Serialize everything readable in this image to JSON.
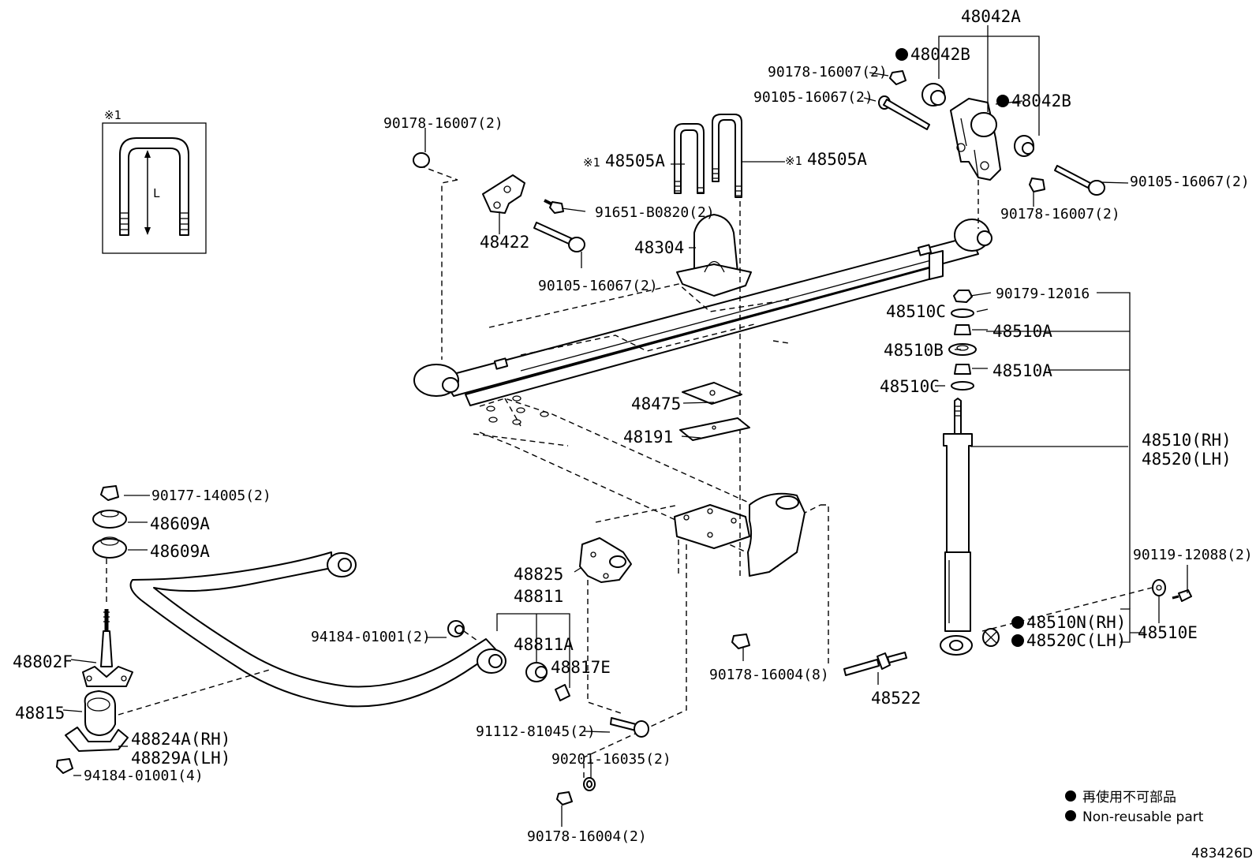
{
  "inset": {
    "mark": "※1",
    "dimension_label": "L"
  },
  "labels": {
    "p48042A": "48042A",
    "p48042B_top": "48042B",
    "p48042B_right": "48042B",
    "p90178_16007_top_right": "90178-16007(2)",
    "p90105_16067_top_right": "90105-16067(2)",
    "p90105_16067_right": "90105-16067(2)",
    "p90178_16007_right": "90178-16007(2)",
    "p90178_16007_left": "90178-16007(2)",
    "p48505A_left": "48505A",
    "p48505A_right": "48505A",
    "mark_48505A_left": "※1",
    "mark_48505A_right": "※1",
    "p91651_B0820": "91651-B0820(2)",
    "p48422": "48422",
    "p48304": "48304",
    "p90105_16067_center": "90105-16067(2)",
    "p90179_12016": "90179-12016",
    "p48510C_top": "48510C",
    "p48510A_top": "48510A",
    "p48510B": "48510B",
    "p48510A_bottom": "48510A",
    "p48510C_bottom": "48510C",
    "p48475": "48475",
    "p48191": "48191",
    "p48510RH": "48510(RH)",
    "p48520LH": "48520(LH)",
    "p90177_14005": "90177-14005(2)",
    "p48609A_top": "48609A",
    "p48609A_bottom": "48609A",
    "p48825": "48825",
    "p48811": "48811",
    "p48811A": "48811A",
    "p48817E": "48817E",
    "p94184_01001_2": "94184-01001(2)",
    "p48802F": "48802F",
    "p48815": "48815",
    "p48824A": "48824A(RH)",
    "p48829A": "48829A(LH)",
    "p94184_01001_4": "94184-01001(4)",
    "p91112_81045": "91112-81045(2)",
    "p90201_16035": "90201-16035(2)",
    "p90178_16004_bottom": "90178-16004(2)",
    "p90178_16004_center": "90178-16004(8)",
    "p48522": "48522",
    "p90119_12088": "90119-12088(2)",
    "p48510E": "48510E",
    "p48510N": "48510N(RH)",
    "p48520C": "48520C(LH)"
  },
  "legend": {
    "japanese": "再使用不可部品",
    "english": "Non-reusable part"
  },
  "illustration_id": "483426D"
}
